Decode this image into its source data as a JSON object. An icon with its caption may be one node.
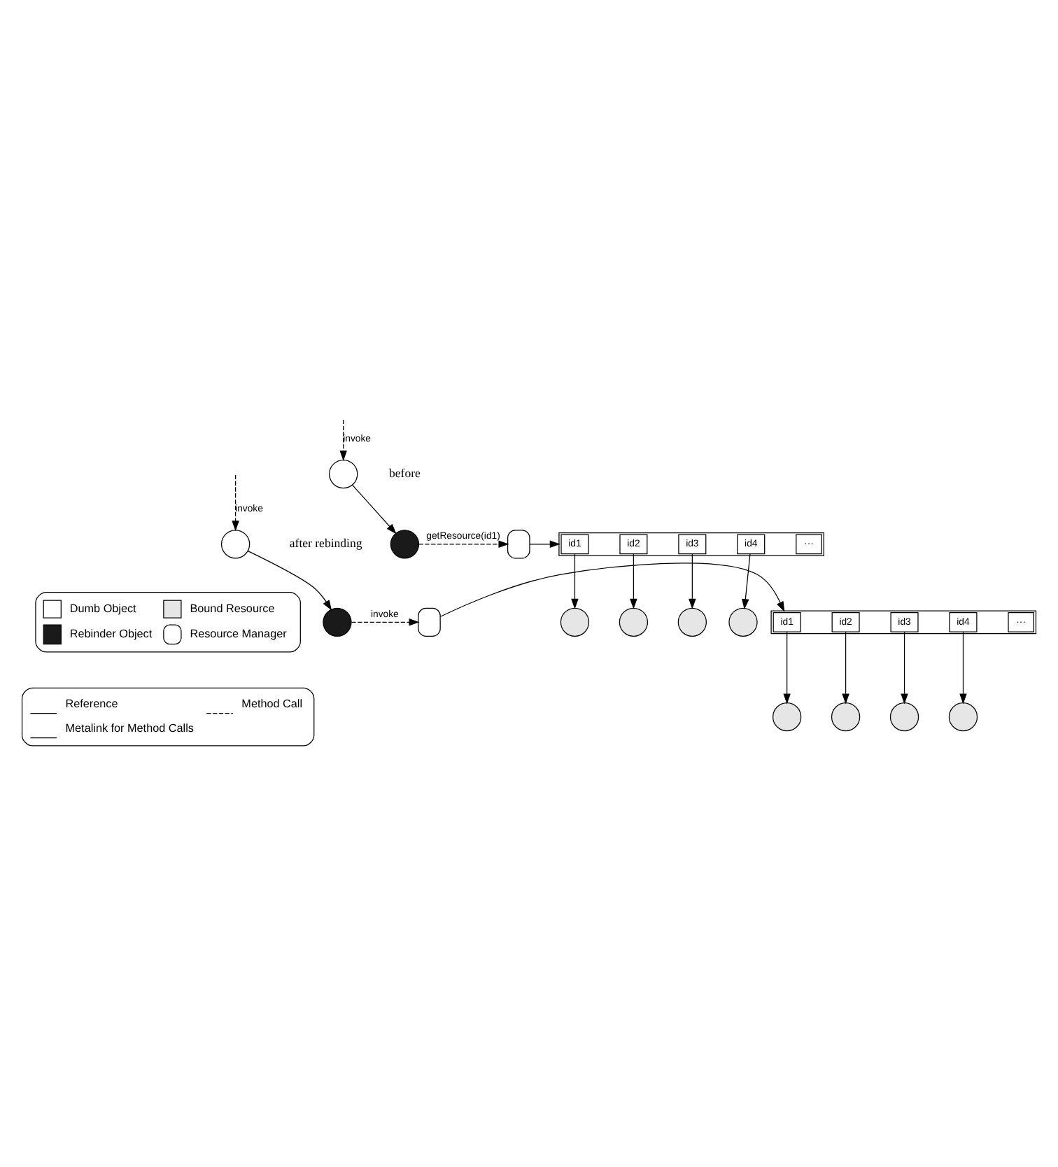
{
  "diagram": {
    "nodes": [
      {
        "text": [],
        "shape": "circle"
      },
      {
        "text": [],
        "shape": "box"
      },
      {
        "text": [],
        "shape": "box"
      },
      {
        "text": [
          "id1"
        ],
        "in": 2
      },
      {
        "text": [
          "id2"
        ],
        "in": 2
      },
      {
        "text": [
          "id3"
        ],
        "in": 2
      },
      {
        "text": [
          "id4"
        ],
        "in": 2
      },
      {
        "text": [
          "···"
        ],
        "in": 2
      },
      {
        "text": [],
        "shape": "circle"
      },
      {
        "text": [],
        "shape": "circle"
      },
      {
        "text": [],
        "shape": "circle"
      },
      {
        "text": [],
        "shape": "circle"
      },
      {
        "text": [],
        "shape": "circle"
      },
      {
        "text": [],
        "shape": "circle"
      },
      {
        "text": [],
        "shape": "box"
      },
      {
        "text": [],
        "shape": "box"
      },
      {
        "text": [
          "id1"
        ],
        "in": 15
      },
      {
        "text": [
          "id2"
        ],
        "in": 15
      },
      {
        "text": [
          "id3"
        ],
        "in": 15
      },
      {
        "text": [
          "id4"
        ],
        "in": 15
      },
      {
        "text": [
          "···"
        ],
        "in": 15
      },
      {
        "text": [],
        "shape": "circle"
      },
      {
        "text": [],
        "shape": "circle"
      },
      {
        "text": [],
        "shape": "circle"
      },
      {
        "text": [],
        "shape": "circle"
      },
      {
        "text": [],
        "shape": "circle"
      }
    ],
    "edges": [
      {
        "from": null,
        "to": 12,
        "arrow": "to",
        "label": "invoke",
        "style": "dashed"
      },
      {
        "from": 12,
        "to": 0,
        "arrow": "to"
      },
      {
        "from": 0,
        "to": 1,
        "arrow": "to",
        "label": "getResource(id1)",
        "style": "dashed"
      },
      {
        "from": 1,
        "to": 2,
        "arrow": "to"
      },
      {
        "from": 3,
        "to": 8,
        "arrow": "to"
      },
      {
        "from": 4,
        "to": 9,
        "arrow": "to"
      },
      {
        "from": 5,
        "to": 10,
        "arrow": "to"
      },
      {
        "from": 6,
        "to": 11,
        "arrow": "to"
      },
      {
        "from": null,
        "to": 25,
        "arrow": "to",
        "label": "invoke",
        "style": "dashed"
      },
      {
        "from": 25,
        "to": 13,
        "arrow": "to"
      },
      {
        "from": 13,
        "to": 14,
        "arrow": "to",
        "label": "invoke",
        "style": "dashed"
      },
      {
        "from": 14,
        "to": 15,
        "arrow": "to"
      },
      {
        "from": 16,
        "to": 21,
        "arrow": "to"
      },
      {
        "from": 17,
        "to": 22,
        "arrow": "to"
      },
      {
        "from": 18,
        "to": 23,
        "arrow": "to"
      },
      {
        "from": 19,
        "to": 24,
        "arrow": "to"
      }
    ],
    "labels": [
      "before",
      "after rebinding"
    ],
    "legend": [
      {
        "text": "Dumb Object",
        "color": "#ffffff"
      },
      {
        "text": "Bound Resource",
        "color": "#e6e6e6"
      },
      {
        "text": "Rebinder Object",
        "color": "#1a1a1a"
      },
      {
        "text": "Resource Manager"
      },
      {
        "text": "Reference"
      },
      {
        "text": "Method Call"
      },
      {
        "text": "Metalink for Method Calls"
      }
    ]
  }
}
